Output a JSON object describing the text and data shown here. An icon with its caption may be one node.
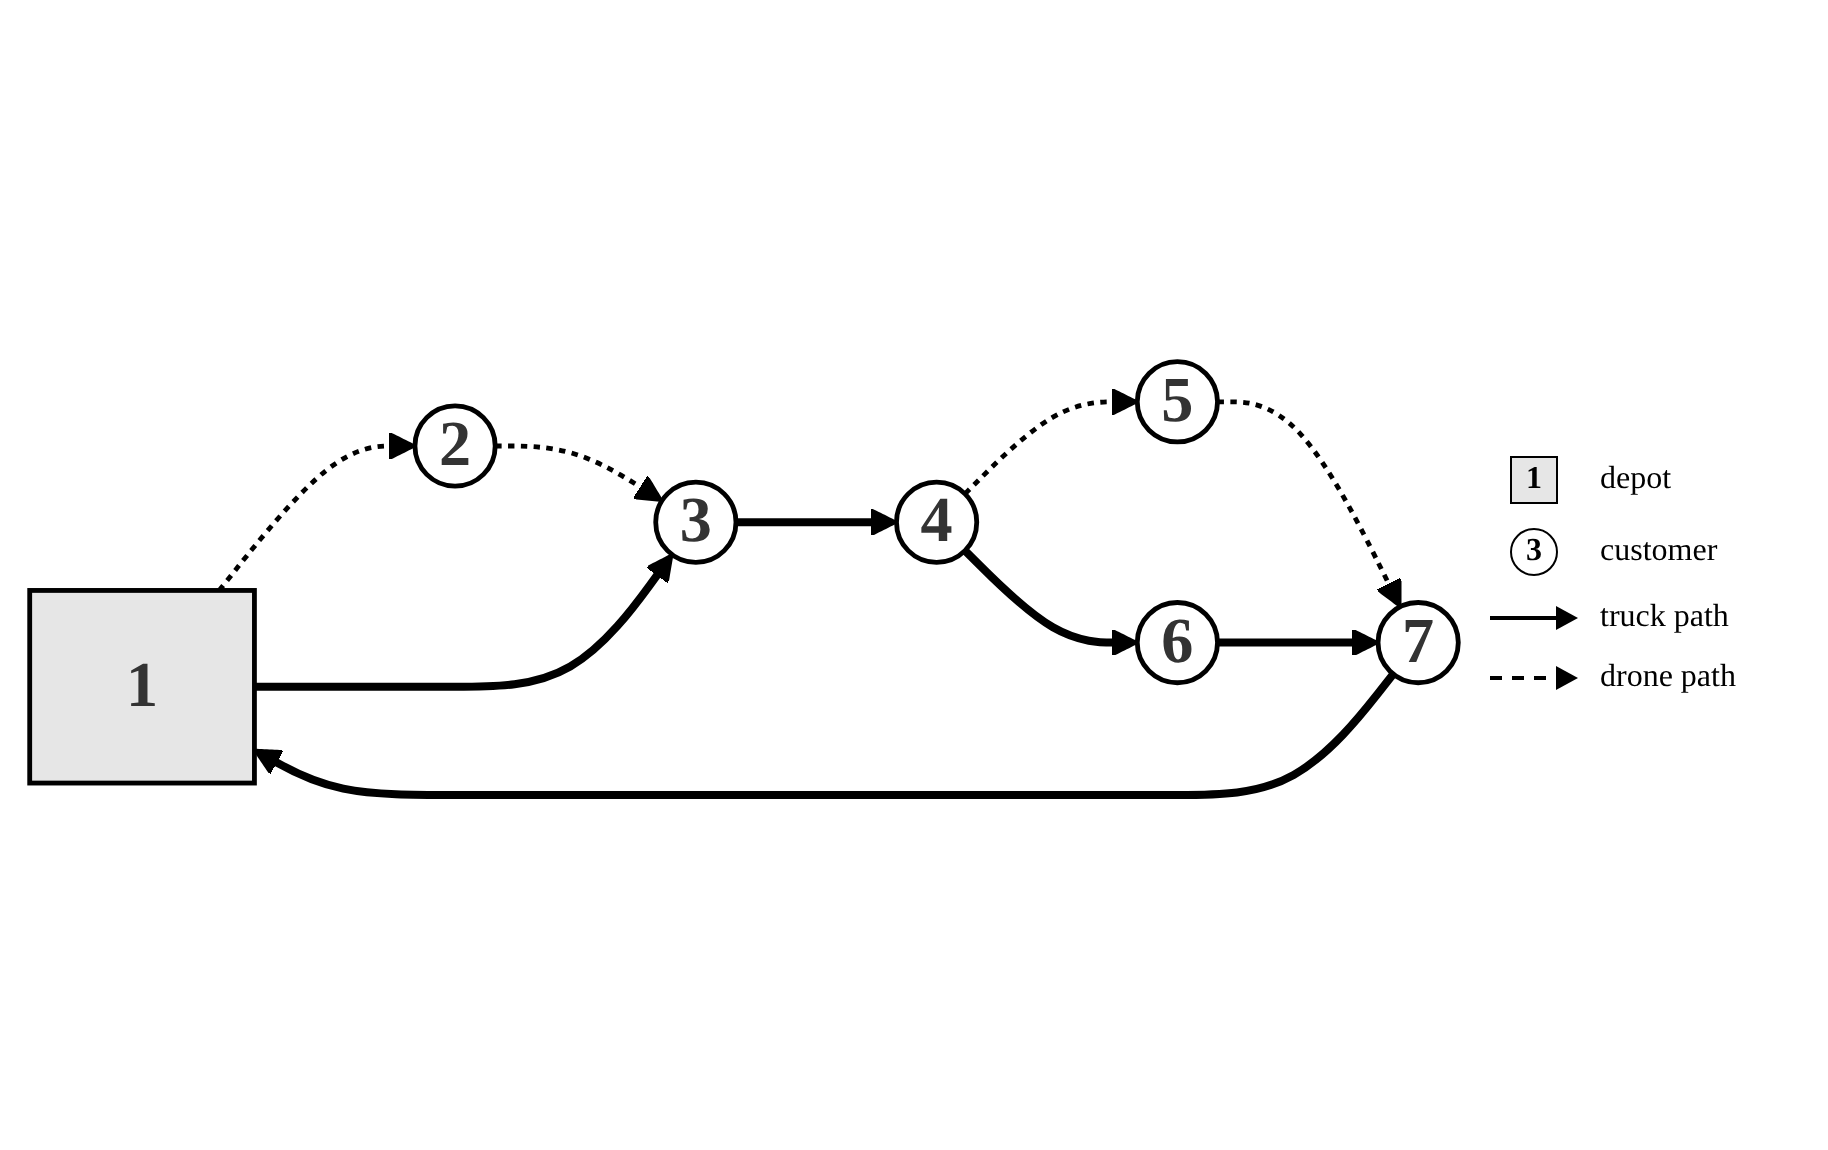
{
  "diagram": {
    "nodes": [
      {
        "text": [
          "1"
        ]
      },
      {
        "text": [
          "2"
        ]
      },
      {
        "text": [
          "3"
        ]
      },
      {
        "text": [
          "4"
        ]
      },
      {
        "text": [
          "5"
        ]
      },
      {
        "text": [
          "6"
        ]
      },
      {
        "text": [
          "7"
        ]
      }
    ],
    "edges": [
      {
        "from": 0,
        "to": 1,
        "arrow": "to",
        "style": "dashed"
      },
      {
        "from": 1,
        "to": 2,
        "arrow": "to",
        "style": "dashed"
      },
      {
        "from": 0,
        "to": 2,
        "arrow": "to"
      },
      {
        "from": 2,
        "to": 3,
        "arrow": "to"
      },
      {
        "from": 3,
        "to": 4,
        "arrow": "to",
        "style": "dashed"
      },
      {
        "from": 3,
        "to": 5,
        "arrow": "to"
      },
      {
        "from": 4,
        "to": 6,
        "arrow": "to",
        "style": "dashed"
      },
      {
        "from": 5,
        "to": 6,
        "arrow": "to"
      },
      {
        "from": 6,
        "to": 0,
        "arrow": "to"
      }
    ],
    "labels": [
      "1",
      "3"
    ],
    "legend": [
      {
        "text": "depot"
      },
      {
        "text": "customer"
      },
      {
        "text": "truck path"
      },
      {
        "text": "drone path"
      }
    ]
  }
}
